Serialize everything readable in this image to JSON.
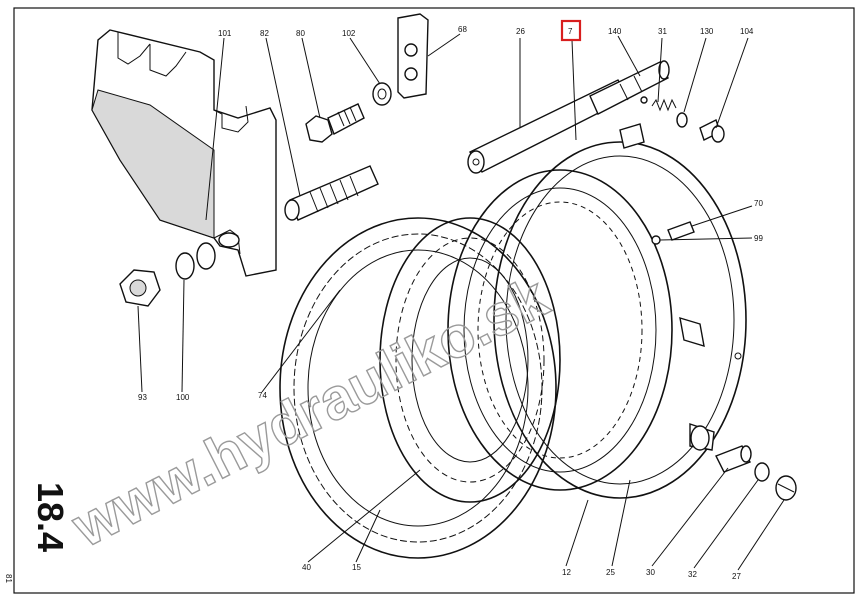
{
  "figure": {
    "section": "18.4",
    "page_number": "81",
    "highlighted_callout": "7",
    "highlight_color": "#d81e1e",
    "watermark": "www.hydrauliko.sk",
    "callouts": {
      "c101": "101",
      "c82": "82",
      "c80": "80",
      "c102": "102",
      "c68": "68",
      "c26": "26",
      "c7": "7",
      "c140": "140",
      "c31": "31",
      "c130": "130",
      "c104": "104",
      "c70": "70",
      "c99": "99",
      "c74": "74",
      "c93": "93",
      "c100": "100",
      "c40": "40",
      "c15": "15",
      "c12": "12",
      "c25": "25",
      "c30": "30",
      "c32": "32",
      "c27": "27"
    }
  }
}
